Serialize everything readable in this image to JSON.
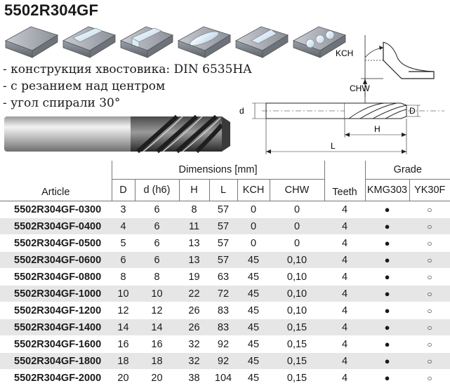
{
  "title": "5502R304GF",
  "features": [
    "- конструкция хвостовика: DIN 6535HA",
    "- с резанием над центром",
    "- угол спирали 30°"
  ],
  "diagram": {
    "kch": "KCH",
    "chw": "CHW",
    "d": "d",
    "D": "D",
    "H": "H",
    "L": "L"
  },
  "table": {
    "header": {
      "article": "Article",
      "dimensions": "Dimensions [mm]",
      "teeth": "Teeth",
      "grade": "Grade",
      "cols": [
        "D",
        "d (h6)",
        "H",
        "L",
        "KCH",
        "CHW"
      ],
      "grades": [
        "KMG303",
        "YK30F"
      ]
    },
    "rows": [
      {
        "article": "5502R304GF-0300",
        "D": "3",
        "d": "6",
        "H": "8",
        "L": "57",
        "KCH": "0",
        "CHW": "0",
        "teeth": "4",
        "g1": "●",
        "g2": "○"
      },
      {
        "article": "5502R304GF-0400",
        "D": "4",
        "d": "6",
        "H": "11",
        "L": "57",
        "KCH": "0",
        "CHW": "0",
        "teeth": "4",
        "g1": "●",
        "g2": "○"
      },
      {
        "article": "5502R304GF-0500",
        "D": "5",
        "d": "6",
        "H": "13",
        "L": "57",
        "KCH": "0",
        "CHW": "0",
        "teeth": "4",
        "g1": "●",
        "g2": "○"
      },
      {
        "article": "5502R304GF-0600",
        "D": "6",
        "d": "6",
        "H": "13",
        "L": "57",
        "KCH": "45",
        "CHW": "0,10",
        "teeth": "4",
        "g1": "●",
        "g2": "○"
      },
      {
        "article": "5502R304GF-0800",
        "D": "8",
        "d": "8",
        "H": "19",
        "L": "63",
        "KCH": "45",
        "CHW": "0,10",
        "teeth": "4",
        "g1": "●",
        "g2": "○"
      },
      {
        "article": "5502R304GF-1000",
        "D": "10",
        "d": "10",
        "H": "22",
        "L": "72",
        "KCH": "45",
        "CHW": "0,10",
        "teeth": "4",
        "g1": "●",
        "g2": "○"
      },
      {
        "article": "5502R304GF-1200",
        "D": "12",
        "d": "12",
        "H": "26",
        "L": "83",
        "KCH": "45",
        "CHW": "0,10",
        "teeth": "4",
        "g1": "●",
        "g2": "○"
      },
      {
        "article": "5502R304GF-1400",
        "D": "14",
        "d": "14",
        "H": "26",
        "L": "83",
        "KCH": "45",
        "CHW": "0,15",
        "teeth": "4",
        "g1": "●",
        "g2": "○"
      },
      {
        "article": "5502R304GF-1600",
        "D": "16",
        "d": "16",
        "H": "32",
        "L": "92",
        "KCH": "45",
        "CHW": "0,15",
        "teeth": "4",
        "g1": "●",
        "g2": "○"
      },
      {
        "article": "5502R304GF-1800",
        "D": "18",
        "d": "18",
        "H": "32",
        "L": "92",
        "KCH": "45",
        "CHW": "0,15",
        "teeth": "4",
        "g1": "●",
        "g2": "○"
      },
      {
        "article": "5502R304GF-2000",
        "D": "20",
        "d": "20",
        "H": "38",
        "L": "104",
        "KCH": "45",
        "CHW": "0,15",
        "teeth": "4",
        "g1": "●",
        "g2": "○"
      }
    ]
  }
}
